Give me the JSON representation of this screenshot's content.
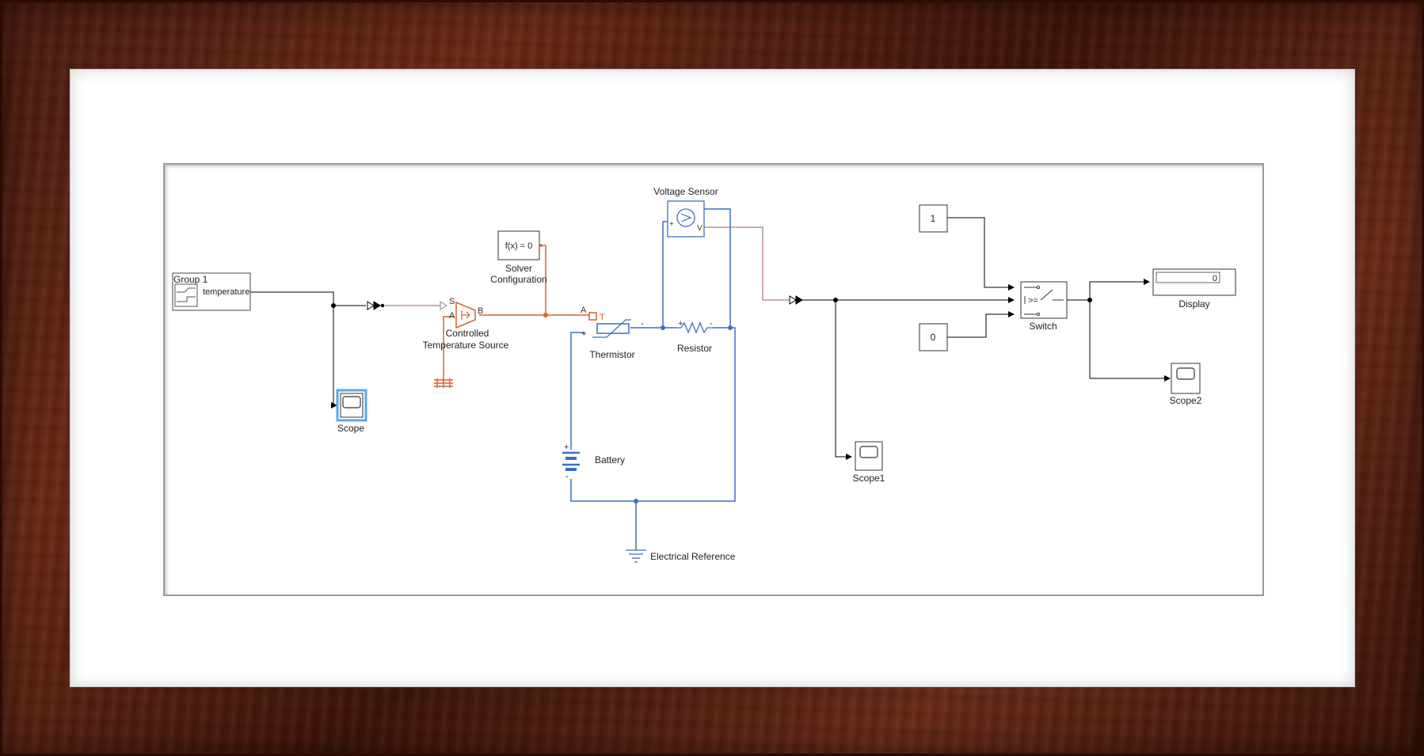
{
  "labels": {
    "group_title": "Group 1",
    "group_signal": "temperature",
    "scope": "Scope",
    "solver_expr": "f(x) = 0",
    "solver_line1": "Solver",
    "solver_line2": "Configuration",
    "temp_source_line1": "Controlled",
    "temp_source_line2": "Temperature Source",
    "port_s": "S",
    "port_a": "A",
    "port_b": "B",
    "port_a2": "A",
    "port_t": "T",
    "thermistor": "Thermistor",
    "resistor": "Resistor",
    "voltage_sensor": "Voltage Sensor",
    "voltage_port_v": "V",
    "battery": "Battery",
    "electrical_reference": "Electrical Reference",
    "scope1": "Scope1",
    "const_1": "1",
    "const_0": "0",
    "switch_label": "Switch",
    "switch_criteria": ">=",
    "display_value": "0",
    "display_label": "Display",
    "scope2": "Scope2",
    "plus": "+",
    "minus": "-"
  },
  "colors": {
    "signal_line": "#000000",
    "thermal_line": "#d9622b",
    "electrical_line": "#3d6fc4",
    "physical_signal_line": "#a05a5a",
    "selected_block": "#5aa9e6"
  }
}
